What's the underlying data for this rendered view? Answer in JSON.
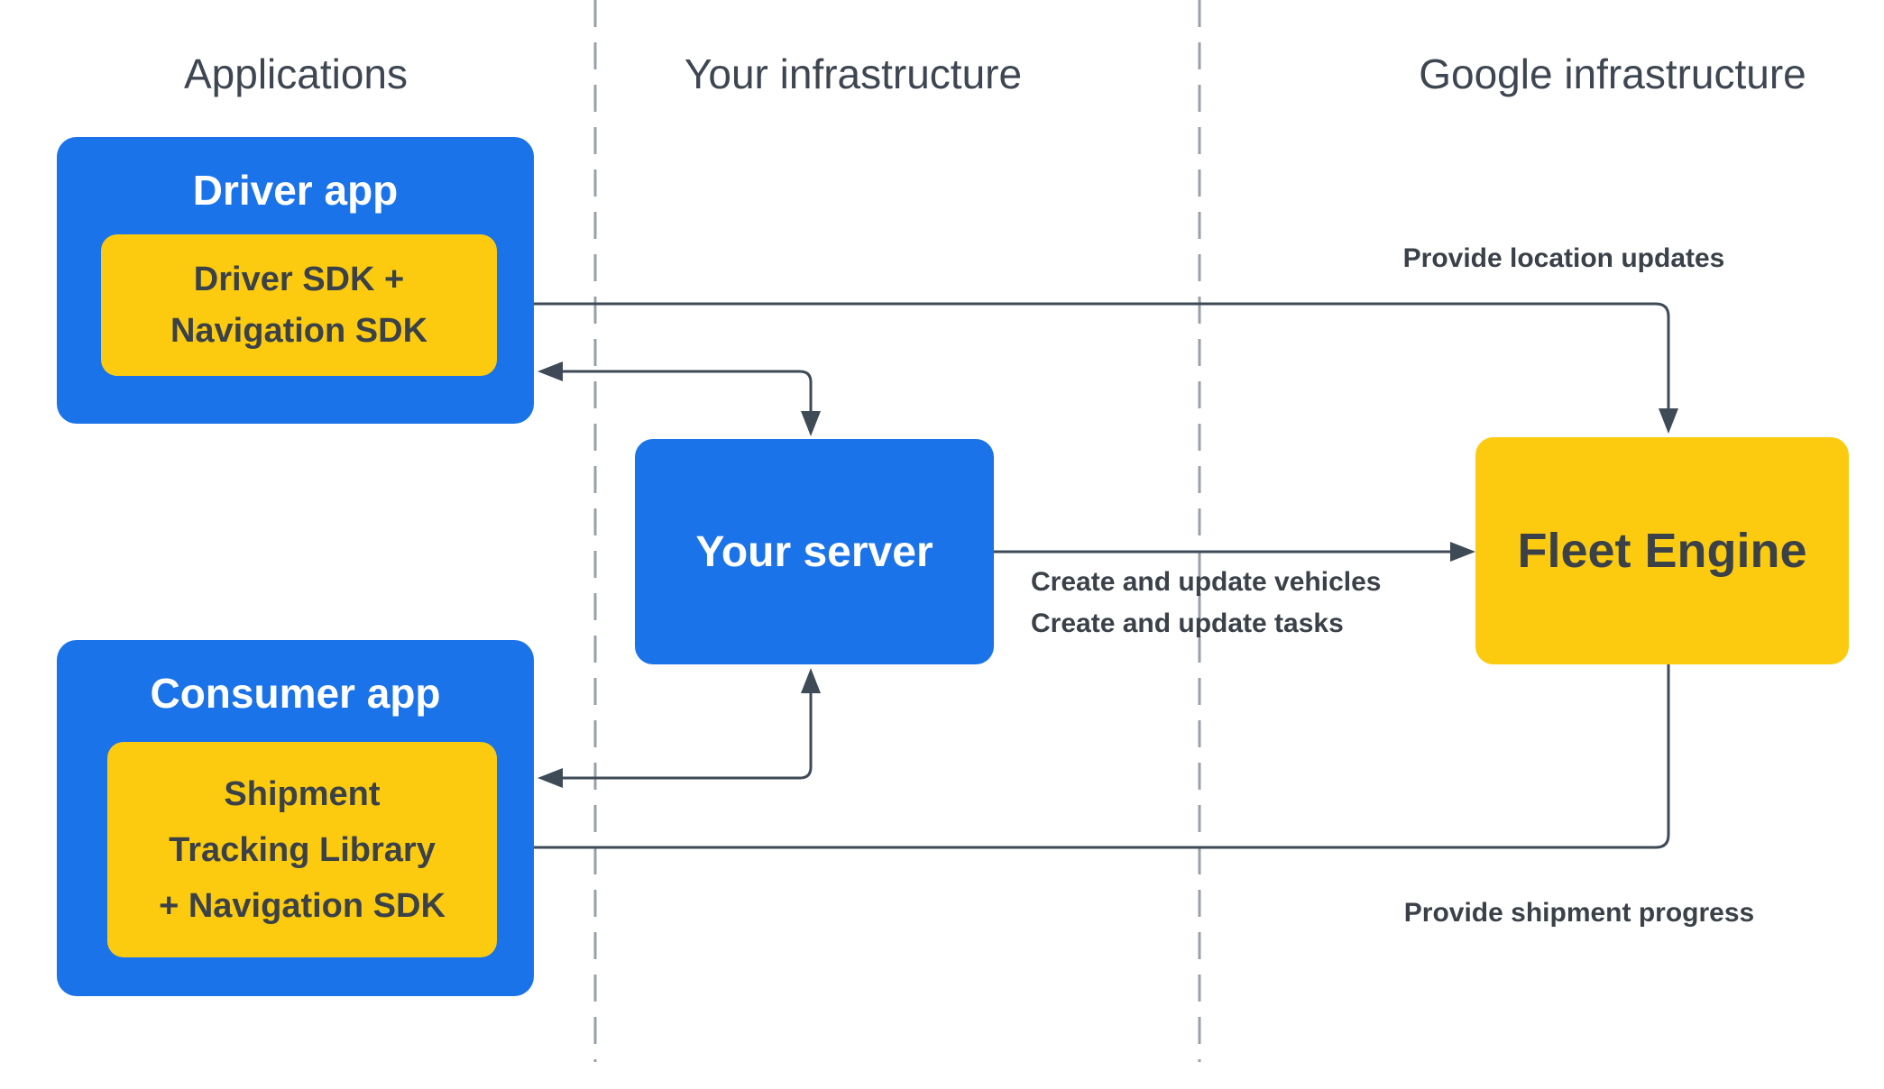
{
  "colors": {
    "blue": "#1A73E8",
    "yellow": "#FCCB10",
    "white": "#FFFFFF",
    "dark_text": "#3A4148",
    "heading_text": "#3E4651",
    "arrow": "#3E4A56",
    "dashed_line": "#98A0A8",
    "background": "#FFFFFF"
  },
  "columns": [
    {
      "label": "Applications"
    },
    {
      "label": "Your infrastructure"
    },
    {
      "label": "Google infrastructure"
    }
  ],
  "nodes": {
    "driver_app": {
      "title": "Driver app",
      "sdk_box": "Driver SDK +\nNavigation SDK"
    },
    "consumer_app": {
      "title": "Consumer app",
      "sdk_box": "Shipment\nTracking Library\n+ Navigation SDK"
    },
    "your_server": {
      "title": "Your server"
    },
    "fleet_engine": {
      "title": "Fleet Engine"
    }
  },
  "edge_labels": {
    "provide_location_updates": "Provide location updates",
    "create_update_vehicles": "Create and update vehicles",
    "create_update_tasks": "Create and update tasks",
    "provide_shipment_progress": "Provide shipment progress"
  },
  "edges": [
    {
      "from": "fleet_engine",
      "to": "driver_app_sdk",
      "label": "Provide location updates",
      "arrowheads": "both"
    },
    {
      "from": "your_server",
      "to": "driver_app",
      "label": "",
      "arrowheads": "both"
    },
    {
      "from": "your_server",
      "to": "fleet_engine",
      "label": "Create and update vehicles / Create and update tasks",
      "arrowheads": "end"
    },
    {
      "from": "your_server",
      "to": "consumer_app",
      "label": "",
      "arrowheads": "both"
    },
    {
      "from": "fleet_engine",
      "to": "consumer_app_sdk",
      "label": "Provide shipment progress",
      "arrowheads": "end"
    }
  ]
}
